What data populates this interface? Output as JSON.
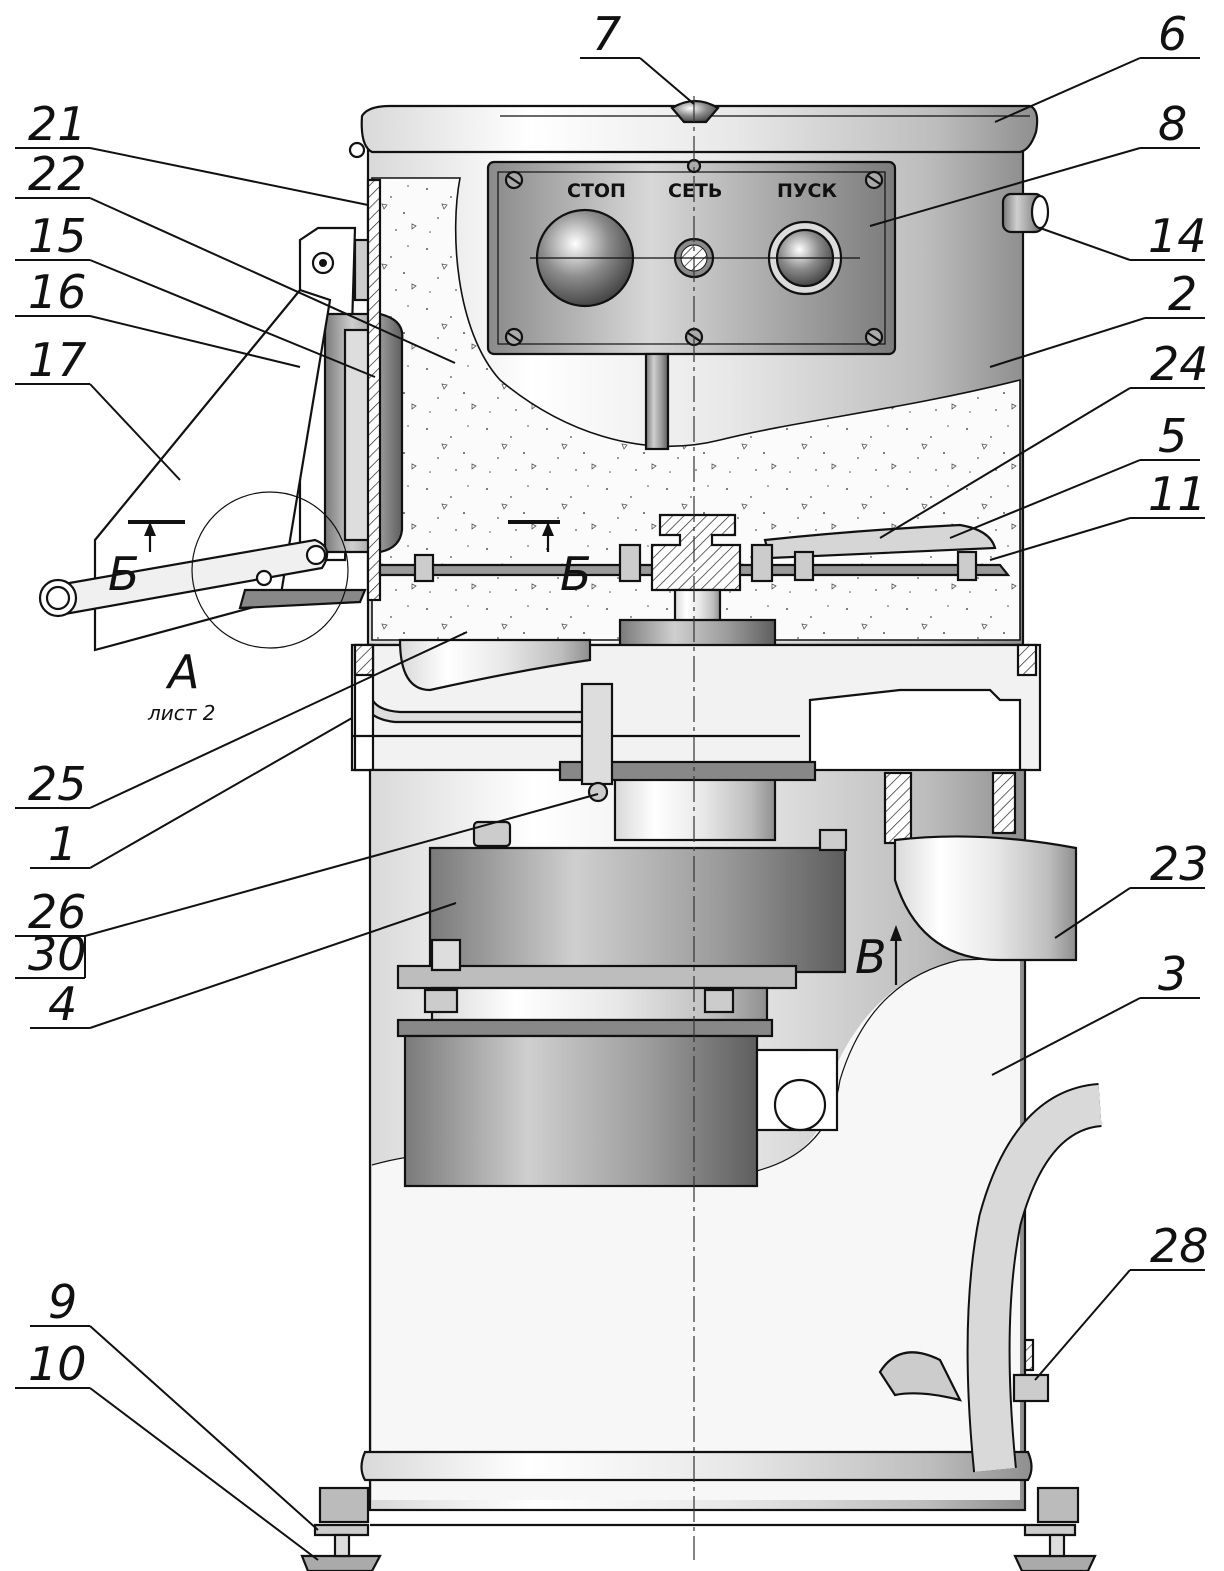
{
  "panel": {
    "stop_label": "СТОП",
    "net_label": "СЕТЬ",
    "start_label": "ПУСК"
  },
  "callouts": [
    {
      "id": "c7",
      "text": "7"
    },
    {
      "id": "c6",
      "text": "6"
    },
    {
      "id": "c21",
      "text": "21"
    },
    {
      "id": "c8",
      "text": "8"
    },
    {
      "id": "c22",
      "text": "22"
    },
    {
      "id": "c15",
      "text": "15"
    },
    {
      "id": "c14",
      "text": "14"
    },
    {
      "id": "c16",
      "text": "16"
    },
    {
      "id": "c2",
      "text": "2"
    },
    {
      "id": "c17",
      "text": "17"
    },
    {
      "id": "c24",
      "text": "24"
    },
    {
      "id": "c5",
      "text": "5"
    },
    {
      "id": "c11",
      "text": "11"
    },
    {
      "id": "c25",
      "text": "25"
    },
    {
      "id": "c1",
      "text": "1"
    },
    {
      "id": "c26",
      "text": "26"
    },
    {
      "id": "c30",
      "text": "30"
    },
    {
      "id": "c23",
      "text": "23"
    },
    {
      "id": "c4",
      "text": "4"
    },
    {
      "id": "c3",
      "text": "3"
    },
    {
      "id": "c9",
      "text": "9"
    },
    {
      "id": "c28",
      "text": "28"
    },
    {
      "id": "c10",
      "text": "10"
    }
  ],
  "section_marks": {
    "b_left": "Б",
    "b_right": "Б",
    "view_v": "В",
    "detail_a": "А",
    "detail_ref": "лист 2"
  },
  "colors": {
    "line": "#111111",
    "body_light": "#f4f4f4",
    "body_shade": "#9a9a9a",
    "panel_dark": "#6e6e6e"
  }
}
